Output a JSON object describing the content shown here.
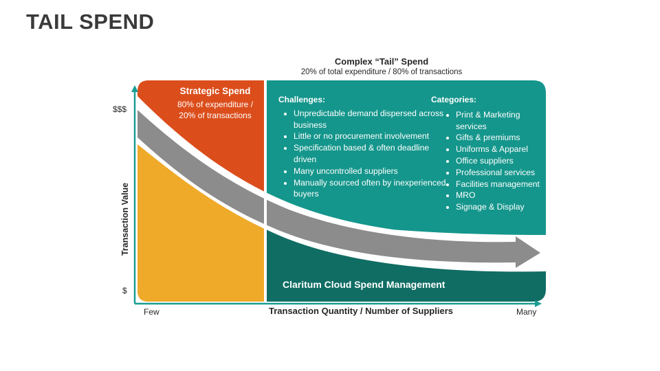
{
  "title": "TAIL SPEND",
  "tail_header": {
    "title": "Complex “Tail” Spend",
    "subtitle": "20% of total expenditure / 80% of transactions"
  },
  "strategic": {
    "heading": "Strategic Spend",
    "line1": "80% of expenditure /",
    "line2": "20% of transactions"
  },
  "challenges": {
    "heading": "Challenges:",
    "items": [
      "Unpredictable demand dispersed across business",
      "Little or no procurement involvement",
      "Specification based & often deadline driven",
      "Many uncontrolled suppliers",
      "Manually sourced often by inexperienced buyers"
    ]
  },
  "categories": {
    "heading": "Categories:",
    "items": [
      "Print & Marketing services",
      "Gifts & premiums",
      "Uniforms & Apparel",
      "Office suppliers",
      "Professional services",
      "Facilities management",
      "MRO",
      "Signage & Display"
    ]
  },
  "solution_label": "Claritum Cloud Spend Management",
  "axes": {
    "y_title": "Transaction Value",
    "y_high": "$$$",
    "y_low": "$",
    "x_title": "Transaction Quantity / Number of Suppliers",
    "x_low": "Few",
    "x_high": "Many"
  },
  "colors": {
    "strategic": "#db4e1c",
    "strategic_lower": "#efaa2a",
    "tail": "#15968c",
    "tail_lower": "#106d64",
    "arrow": "#8c8c8c",
    "axis": "#1a9c92"
  }
}
